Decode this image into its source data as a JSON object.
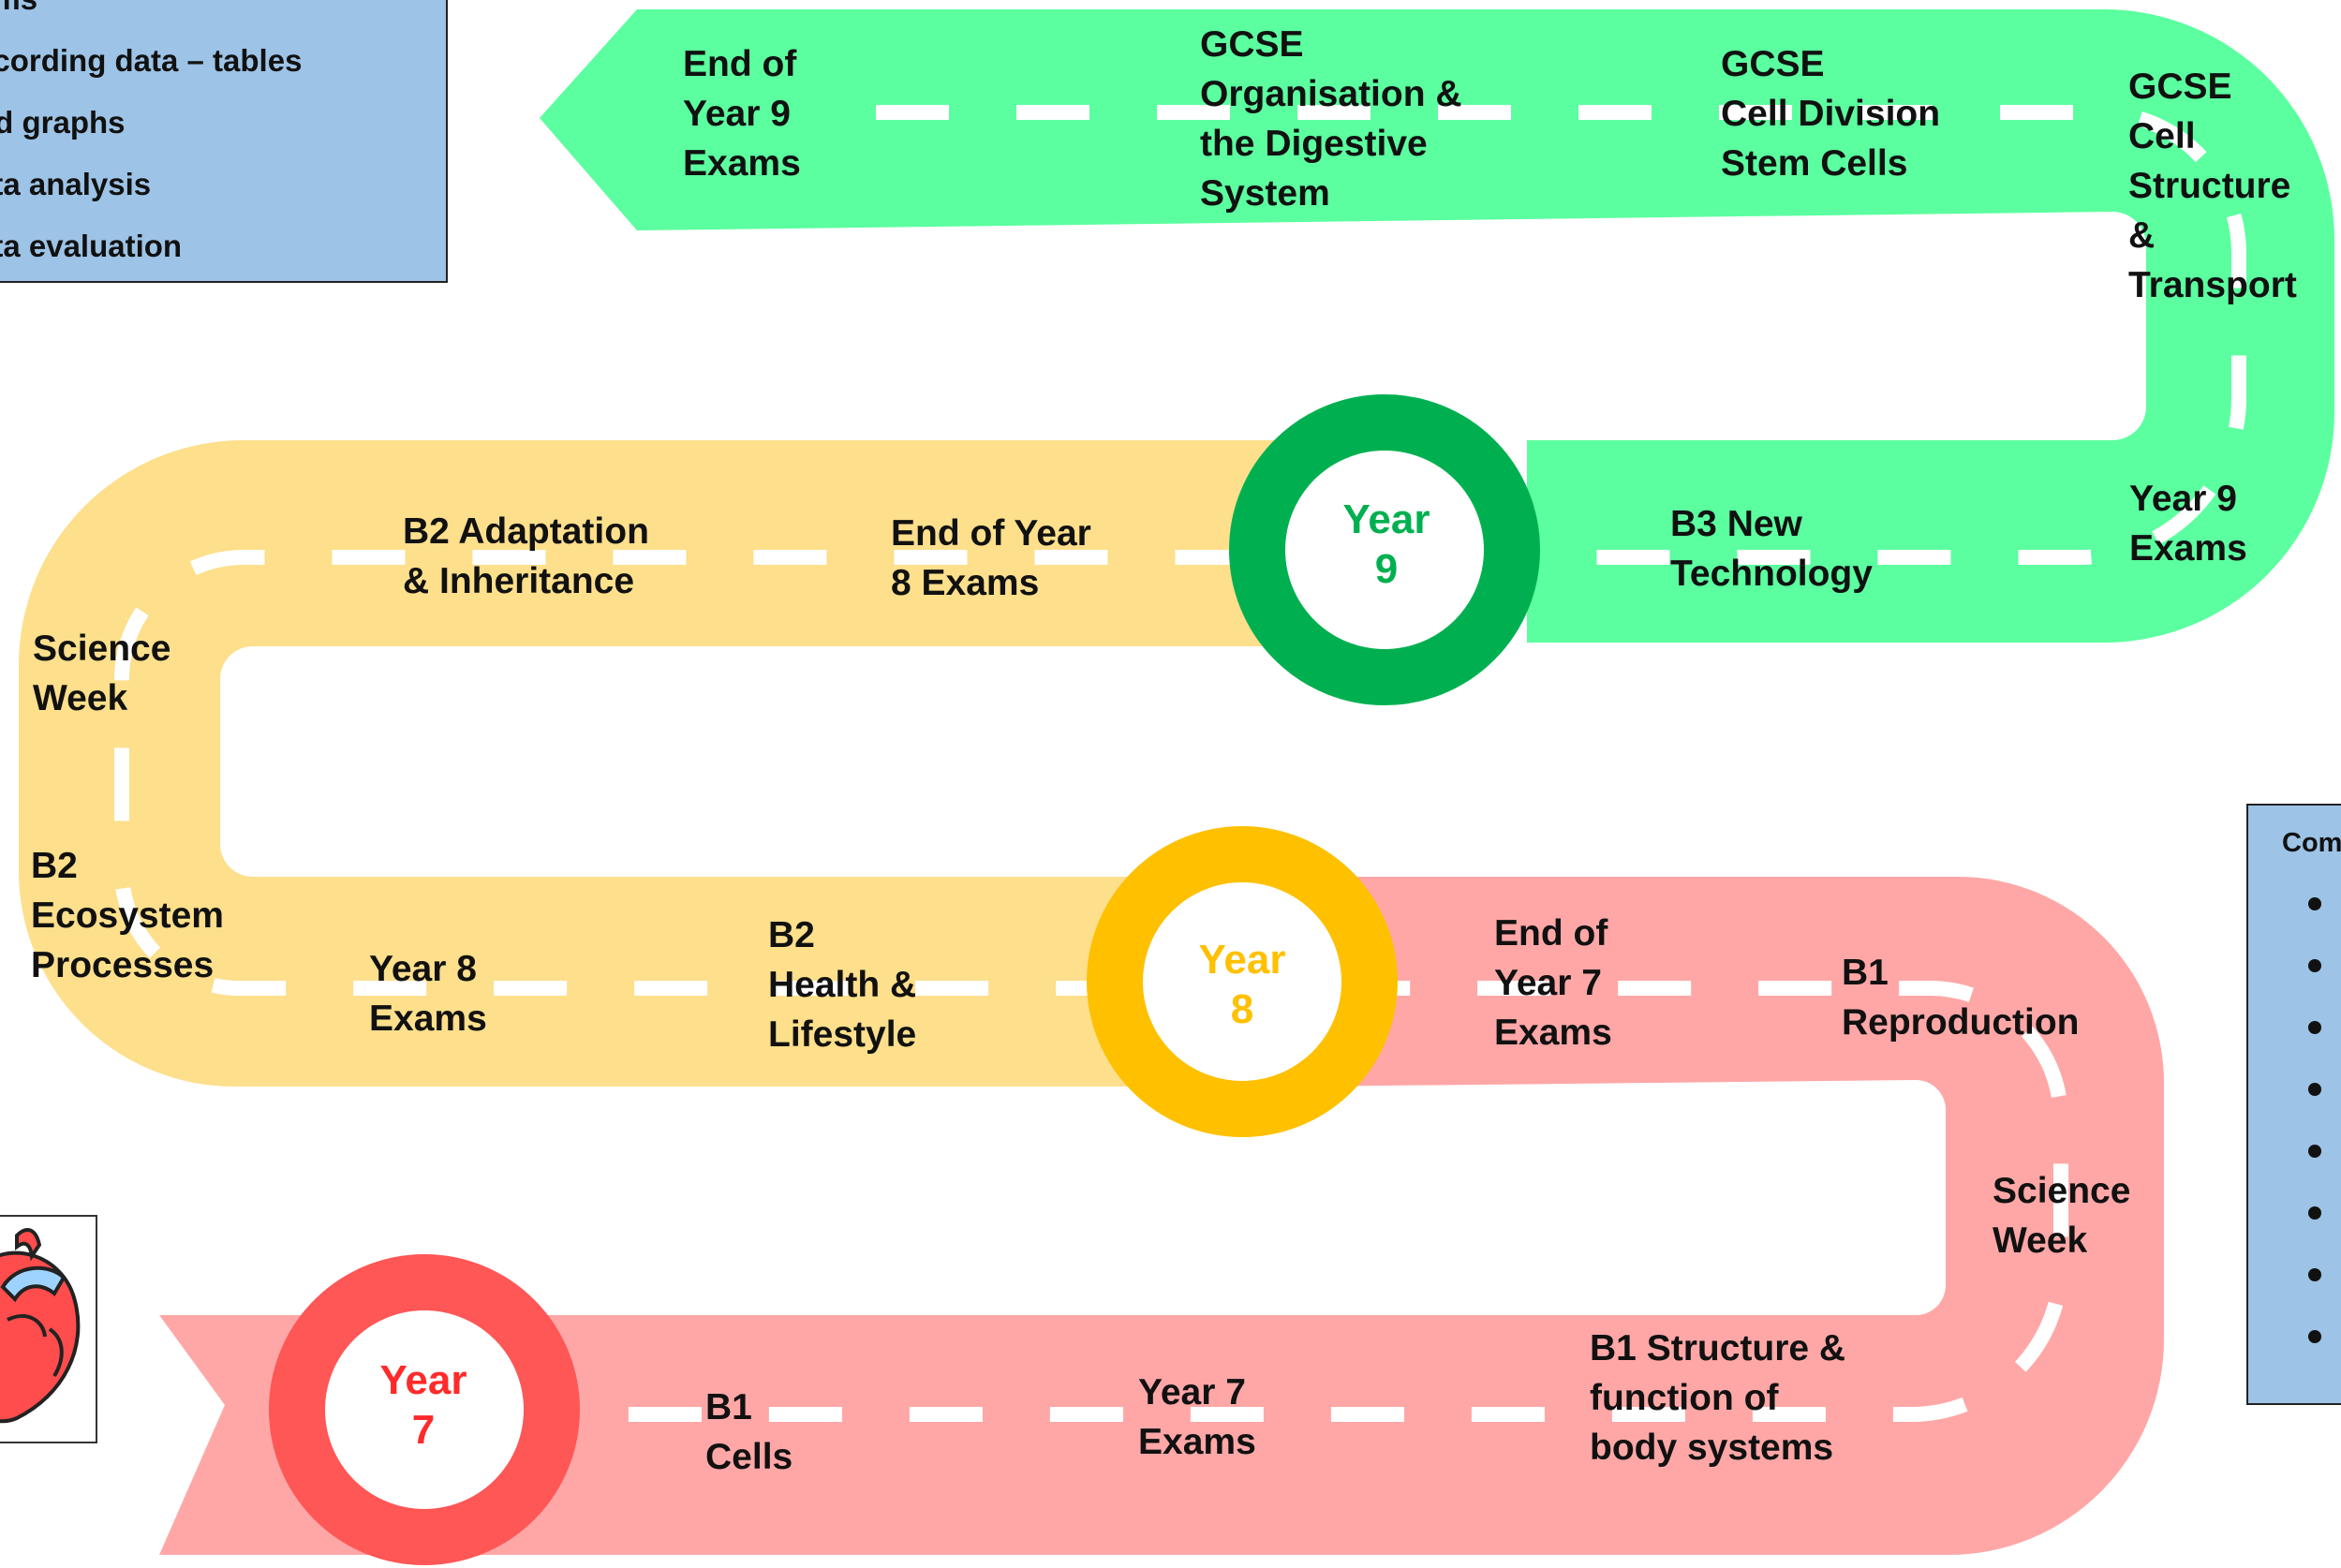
{
  "diagram_title": "",
  "skills_box": {
    "items": [
      "ams",
      "ecording data – tables",
      "nd graphs",
      "ata analysis",
      "ata evaluation"
    ]
  },
  "command_box": {
    "title": "Com",
    "bullet_count": 8
  },
  "years": [
    {
      "label": "Year 7",
      "color": "#ff5656"
    },
    {
      "label": "Year 8",
      "color": "#ffc000"
    },
    {
      "label": "Year 9",
      "color": "#00b050"
    }
  ],
  "road_colors": {
    "year7": "#ffa7a7",
    "year8": "#fddf8c",
    "year9": "#5bff9f",
    "dashes": "#ffffff"
  },
  "milestones": [
    {
      "name": "b1-cells",
      "text": "B1\nCells"
    },
    {
      "name": "year-7-exams",
      "text": "Year 7\nExams"
    },
    {
      "name": "b1-structure",
      "text": "B1 Structure &\nfunction of\nbody systems"
    },
    {
      "name": "science-week-y7",
      "text": "Science\nWeek"
    },
    {
      "name": "b1-reproduction",
      "text": "B1\nReproduction"
    },
    {
      "name": "end-of-year-7-exams",
      "text": "End of\nYear 7\nExams"
    },
    {
      "name": "b2-health",
      "text": "B2\nHealth &\nLifestyle"
    },
    {
      "name": "year-8-exams",
      "text": "Year 8\nExams"
    },
    {
      "name": "b2-ecosystem",
      "text": "B2\nEcosystem\nProcesses"
    },
    {
      "name": "science-week-y8",
      "text": "Science\nWeek"
    },
    {
      "name": "b2-adaptation",
      "text": "B2 Adaptation\n& Inheritance"
    },
    {
      "name": "end-of-year-8-exams",
      "text": "End of Year\n8 Exams"
    },
    {
      "name": "b3-new-technology",
      "text": "B3 New\nTechnology"
    },
    {
      "name": "year-9-exams",
      "text": "Year 9\nExams"
    },
    {
      "name": "gcse-cell-structure",
      "text": "GCSE\nCell\nStructure\n&\nTransport"
    },
    {
      "name": "gcse-cell-division",
      "text": "GCSE\nCell Division\nStem Cells"
    },
    {
      "name": "gcse-organisation",
      "text": "GCSE\nOrganisation &\nthe Digestive\nSystem"
    },
    {
      "name": "end-of-year-9-exams",
      "text": "End of\nYear 9\nExams"
    }
  ]
}
